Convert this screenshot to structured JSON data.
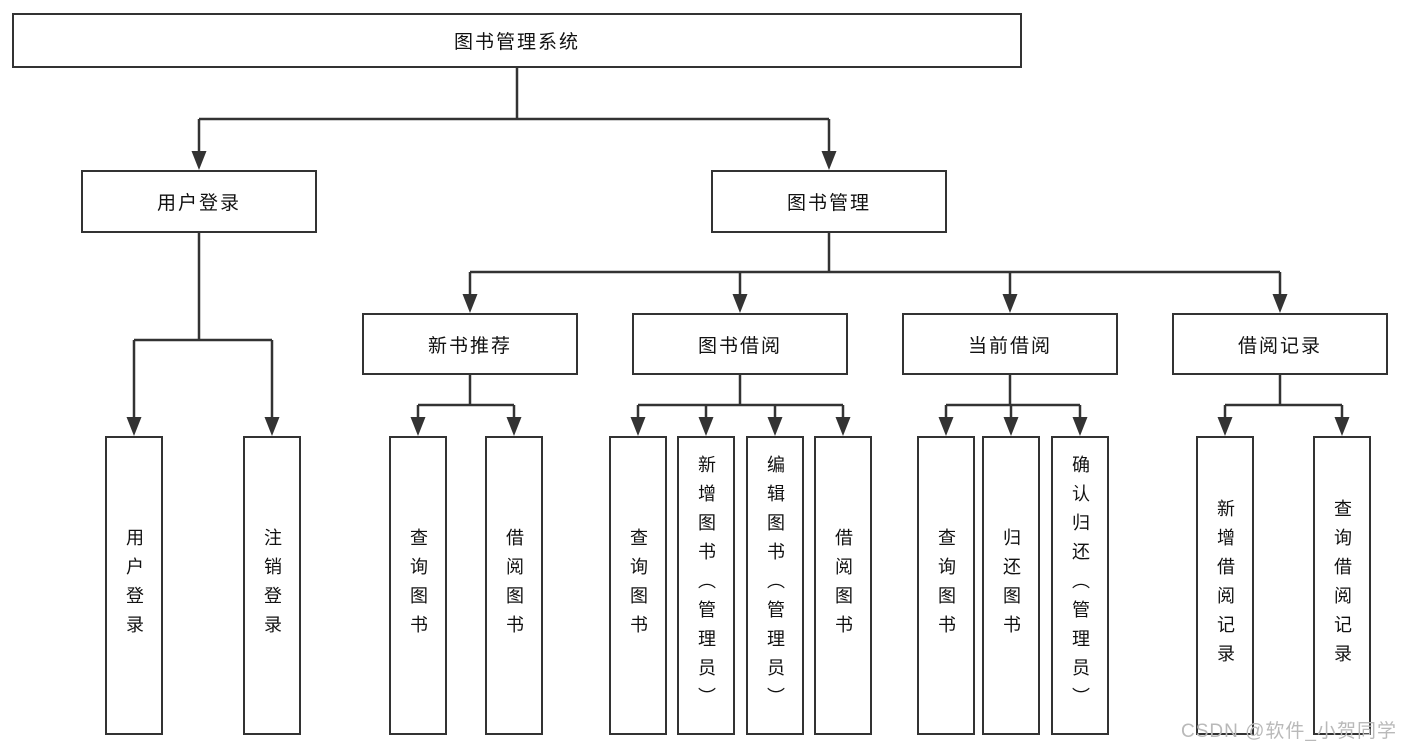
{
  "diagram": {
    "root": {
      "label": "图书管理系统"
    },
    "level2": {
      "user_login": {
        "label": "用户登录"
      },
      "book_management": {
        "label": "图书管理"
      }
    },
    "level3": {
      "new_book_recommend": {
        "label": "新书推荐"
      },
      "book_borrow": {
        "label": "图书借阅"
      },
      "current_borrow": {
        "label": "当前借阅"
      },
      "borrow_records": {
        "label": "借阅记录"
      }
    },
    "leaves": {
      "user_login": [
        "用户登录",
        "注销登录"
      ],
      "new_book_recommend": [
        "查询图书",
        "借阅图书"
      ],
      "book_borrow": [
        "查询图书",
        "新增图书（管理员）",
        "编辑图书（管理员）",
        "借阅图书"
      ],
      "current_borrow": [
        "查询图书",
        "归还图书",
        "确认归还（管理员）"
      ],
      "borrow_records": [
        "新增借阅记录",
        "查询借阅记录"
      ]
    }
  },
  "watermark": "CSDN @软件_小贺同学",
  "colors": {
    "line": "#333333",
    "text": "#111111",
    "watermark": "#b9b9b9",
    "background": "#ffffff"
  }
}
